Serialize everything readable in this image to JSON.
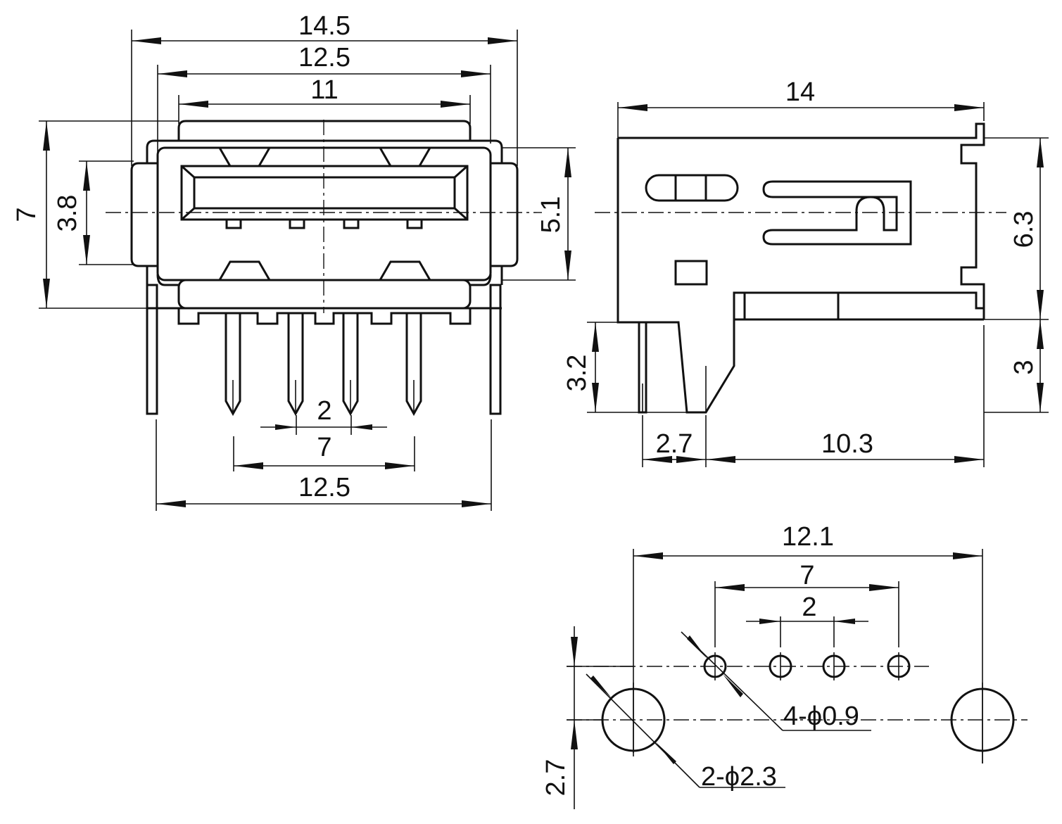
{
  "front_view": {
    "width_overall": "14.5",
    "width_shell": "12.5",
    "width_opening": "11",
    "height_overall": "7",
    "height_opening": "3.8",
    "height_body": "5.1",
    "pin_pitch": "2",
    "pin_span": "7",
    "leg_span": "12.5"
  },
  "side_view": {
    "length_overall": "14",
    "height_body": "6.3",
    "pin_length": "3.2",
    "leg_height": "3",
    "offset_front": "2.7",
    "offset_rear": "10.3"
  },
  "footprint": {
    "mount_span": "12.1",
    "pin_span": "7",
    "pin_pitch": "2",
    "pin_holes": "4-ϕ0.9",
    "mount_holes": "2-ϕ2.3",
    "row_offset": "2.7"
  }
}
